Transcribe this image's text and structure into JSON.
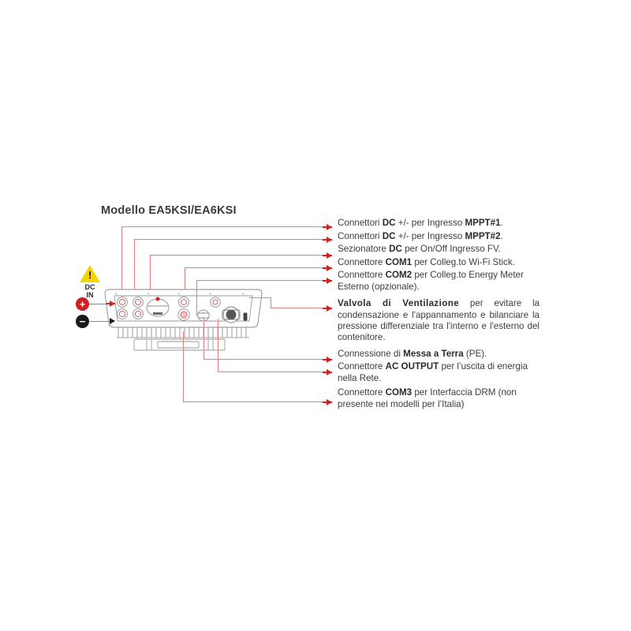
{
  "diagram": {
    "title": "Modello EA5KSI/EA6KSI",
    "accent_color": "#d42020",
    "leader_color": "#e08080",
    "warning": {
      "icon": "warning-triangle-icon",
      "triangle_color": "#f5d400",
      "label_line1": "DC",
      "label_line2": "IN",
      "positive_symbol": "+",
      "negative_symbol": "−",
      "positive_color": "#cf1f1f",
      "negative_color": "#1a1a1a"
    },
    "callouts": [
      {
        "id": "mppt1",
        "segments": [
          {
            "t": "Connettori ",
            "b": false
          },
          {
            "t": "DC",
            "b": true
          },
          {
            "t": " +/- per Ingresso ",
            "b": false
          },
          {
            "t": "MPPT#1",
            "b": true
          },
          {
            "t": ".",
            "b": false
          }
        ]
      },
      {
        "id": "mppt2",
        "segments": [
          {
            "t": "Connettori ",
            "b": false
          },
          {
            "t": "DC",
            "b": true
          },
          {
            "t": " +/- per Ingresso ",
            "b": false
          },
          {
            "t": "MPPT#2",
            "b": true
          },
          {
            "t": ".",
            "b": false
          }
        ]
      },
      {
        "id": "sezionatore-dc",
        "segments": [
          {
            "t": "Sezionatore ",
            "b": false
          },
          {
            "t": "DC",
            "b": true
          },
          {
            "t": " per On/Off Ingresso FV.",
            "b": false
          }
        ]
      },
      {
        "id": "com1",
        "segments": [
          {
            "t": "Connettore ",
            "b": false
          },
          {
            "t": "COM1",
            "b": true
          },
          {
            "t": " per Colleg.to Wi-Fi Stick.",
            "b": false
          }
        ]
      },
      {
        "id": "com2",
        "segments": [
          {
            "t": "Connettore ",
            "b": false
          },
          {
            "t": "COM2",
            "b": true
          },
          {
            "t": " per Colleg.to Energy Meter Esterno (opzionale).",
            "b": false
          }
        ]
      },
      {
        "id": "valvola-ventilazione",
        "segments": [
          {
            "t": "Valvola di Ventilazione",
            "b": true
          },
          {
            "t": " per evitare la condensazione e l'appannamento e bilanciare la pressione differenziale tra l'interno e l'esterno del contenitore.",
            "b": false
          }
        ]
      },
      {
        "id": "messa-a-terra",
        "segments": [
          {
            "t": "Connessione di ",
            "b": false
          },
          {
            "t": "Messa a Terra",
            "b": true
          },
          {
            "t": " (PE).",
            "b": false
          }
        ]
      },
      {
        "id": "ac-output",
        "segments": [
          {
            "t": "Connettore ",
            "b": false
          },
          {
            "t": "AC OUTPUT",
            "b": true
          },
          {
            "t": " per l’uscita di energia nella Rete.",
            "b": false
          }
        ]
      },
      {
        "id": "com3",
        "segments": [
          {
            "t": "Connettore ",
            "b": false
          },
          {
            "t": "COM3",
            "b": true
          },
          {
            "t": " per Interfaccia DRM (non presente nei modelli per l’Italia)",
            "b": false
          }
        ]
      }
    ]
  }
}
